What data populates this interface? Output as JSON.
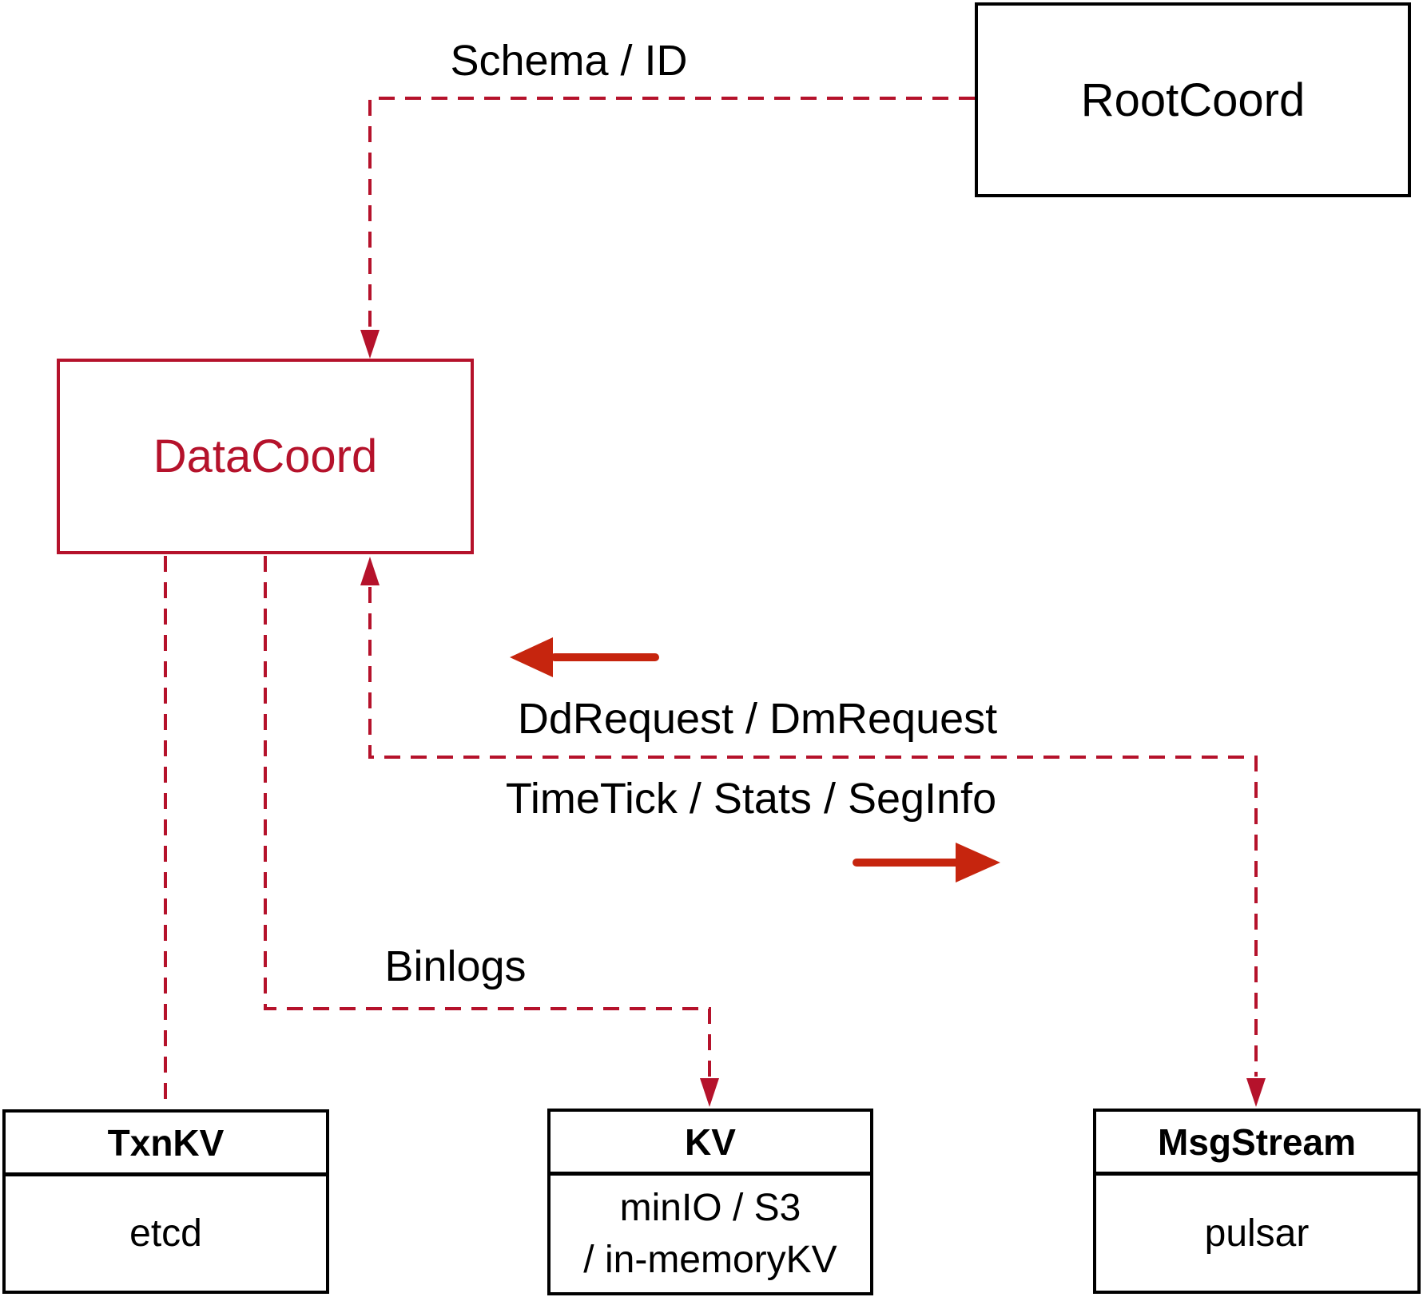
{
  "colors": {
    "dashed_red": "#b5122b",
    "solid_red": "#c6250e",
    "line_black": "#000000",
    "text_black": "#000000",
    "bg": "#ffffff"
  },
  "nodes": {
    "rootcoord": {
      "label": "RootCoord"
    },
    "datacoord": {
      "label": "DataCoord"
    },
    "txnkv": {
      "title": "TxnKV",
      "body": "etcd"
    },
    "kv": {
      "title": "KV",
      "body_line1": "minIO / S3",
      "body_line2": "/ in-memoryKV"
    },
    "msgstream": {
      "title": "MsgStream",
      "body": "pulsar"
    }
  },
  "edge_labels": {
    "schema": "Schema / ID",
    "ddrequest": "DdRequest / DmRequest",
    "timetick": "TimeTick / Stats / SegInfo",
    "binlogs": "Binlogs"
  }
}
